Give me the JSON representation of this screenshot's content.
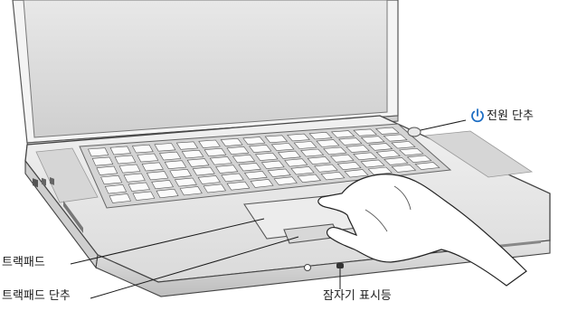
{
  "labels": {
    "power_button": "전원 단추",
    "trackpad": "트랙패드",
    "trackpad_button": "트랙패드 단추",
    "sleep_indicator": "잠자기 표시등"
  },
  "icons": {
    "power": "power-icon"
  },
  "colors": {
    "power_icon": "#1f6fc4",
    "line": "#1a1a1a"
  }
}
